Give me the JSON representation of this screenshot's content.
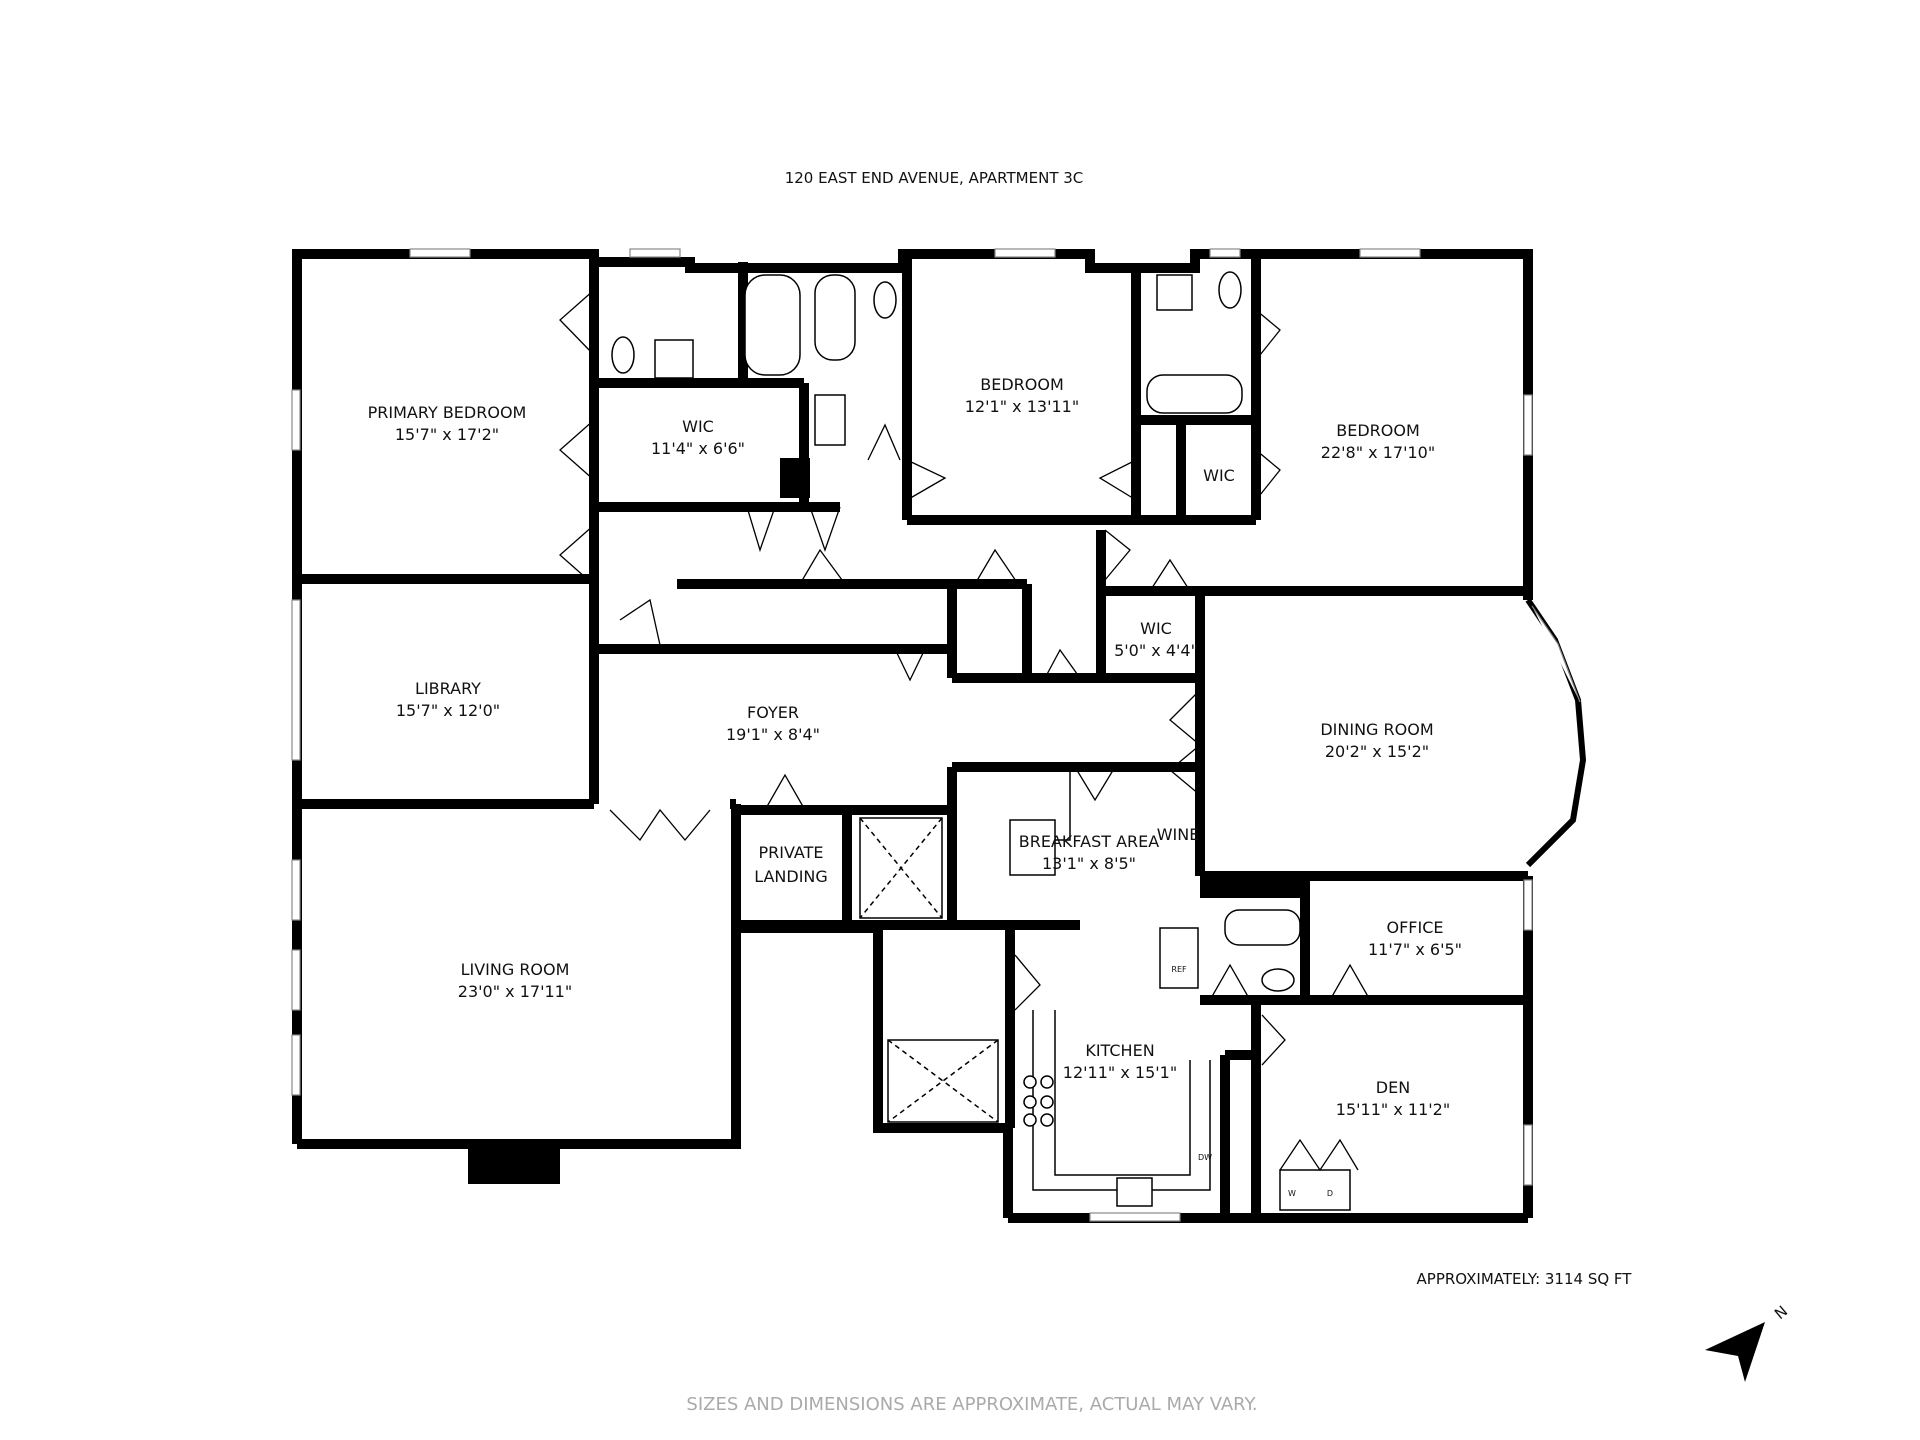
{
  "title": "120 EAST END AVENUE, APARTMENT 3C",
  "area": "APPROXIMATELY: 3114 SQ FT",
  "disclaimer": "SIZES AND DIMENSIONS ARE APPROXIMATE, ACTUAL MAY VARY.",
  "north_label": "N",
  "rooms": {
    "primary_bedroom": {
      "name": "PRIMARY BEDROOM",
      "size": "15'7\" x 17'2\""
    },
    "wic_primary": {
      "name": "WIC",
      "size": "11'4\" x 6'6\""
    },
    "bedroom_mid": {
      "name": "BEDROOM",
      "size": "12'1\" x 13'11\""
    },
    "bedroom_right": {
      "name": "BEDROOM",
      "size": "22'8\" x 17'10\""
    },
    "wic_right": {
      "name": "WIC"
    },
    "wic_small": {
      "name": "WIC",
      "size": "5'0\" x 4'4\""
    },
    "library": {
      "name": "LIBRARY",
      "size": "15'7\" x 12'0\""
    },
    "foyer": {
      "name": "FOYER",
      "size": "19'1\" x 8'4\""
    },
    "dining_room": {
      "name": "DINING ROOM",
      "size": "20'2\" x 15'2\""
    },
    "private_landing": {
      "name_line1": "PRIVATE",
      "name_line2": "LANDING"
    },
    "breakfast_area": {
      "name": "BREAKFAST AREA",
      "size": "13'1\" x 8'5\""
    },
    "wine": {
      "name": "WINE"
    },
    "living_room": {
      "name": "LIVING ROOM",
      "size": "23'0\" x 17'11\""
    },
    "office": {
      "name": "OFFICE",
      "size": "11'7\" x 6'5\""
    },
    "kitchen": {
      "name": "KITCHEN",
      "size": "12'11\" x 15'1\""
    },
    "den": {
      "name": "DEN",
      "size": "15'11\" x 11'2\""
    }
  },
  "appliances": {
    "ref": "REF",
    "dw": "DW",
    "washer": "W",
    "dryer": "D"
  }
}
